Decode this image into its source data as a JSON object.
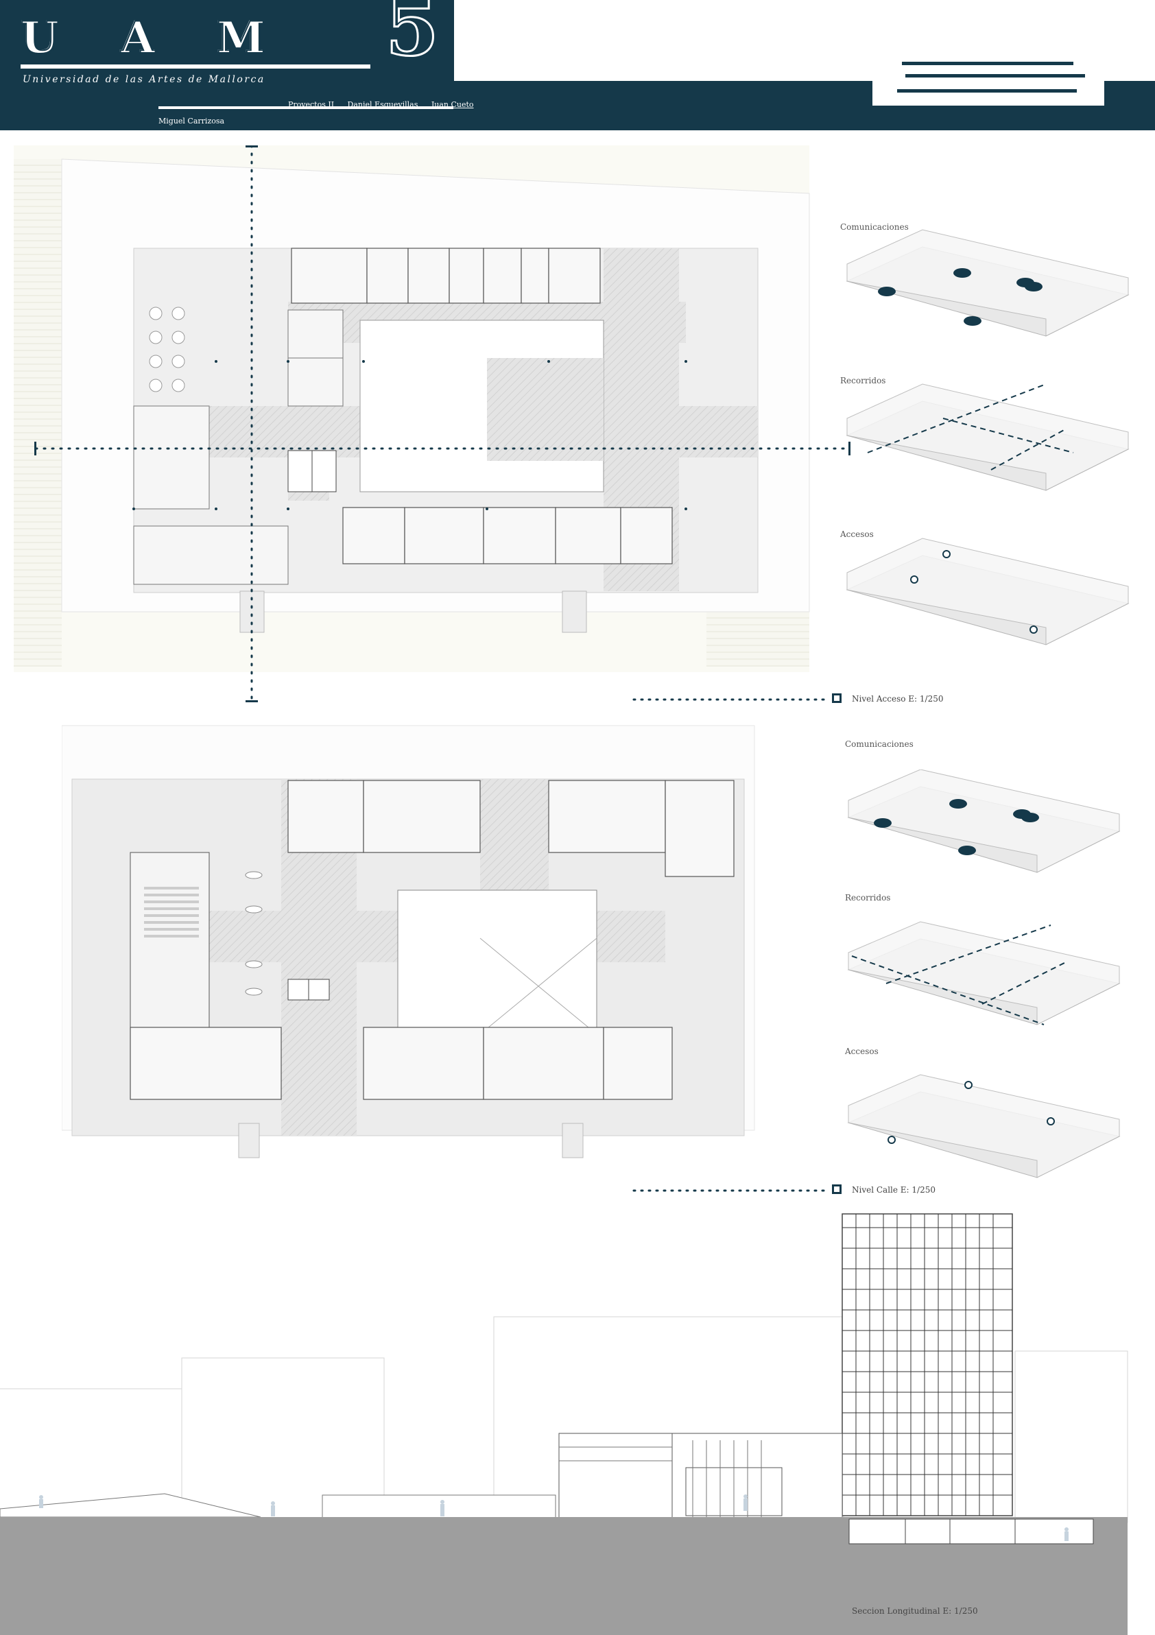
{
  "header": {
    "logo": "U A M",
    "subtitle": "Universidad de las Artes de Mallorca",
    "sheet_number": "5",
    "course": "Proyectos II",
    "authors": [
      "Daniel Esquevillas",
      "Juan Cueto"
    ],
    "author_last": "Miguel Carrizosa"
  },
  "colors": {
    "primary": "#15394a",
    "plan_grey": "#ececec",
    "stone": "#9e9e9e"
  },
  "plan_access": {
    "diagram_labels": [
      "Comunicaciones",
      "Recorridos",
      "Accesos"
    ],
    "level_label": "Nivel Acceso  E: 1/250"
  },
  "plan_street": {
    "diagram_labels": [
      "Comunicaciones",
      "Recorridos",
      "Accesos"
    ],
    "level_label": "Nivel Calle  E: 1/250"
  },
  "section": {
    "label": "Seccion Longitudinal E: 1/250"
  }
}
